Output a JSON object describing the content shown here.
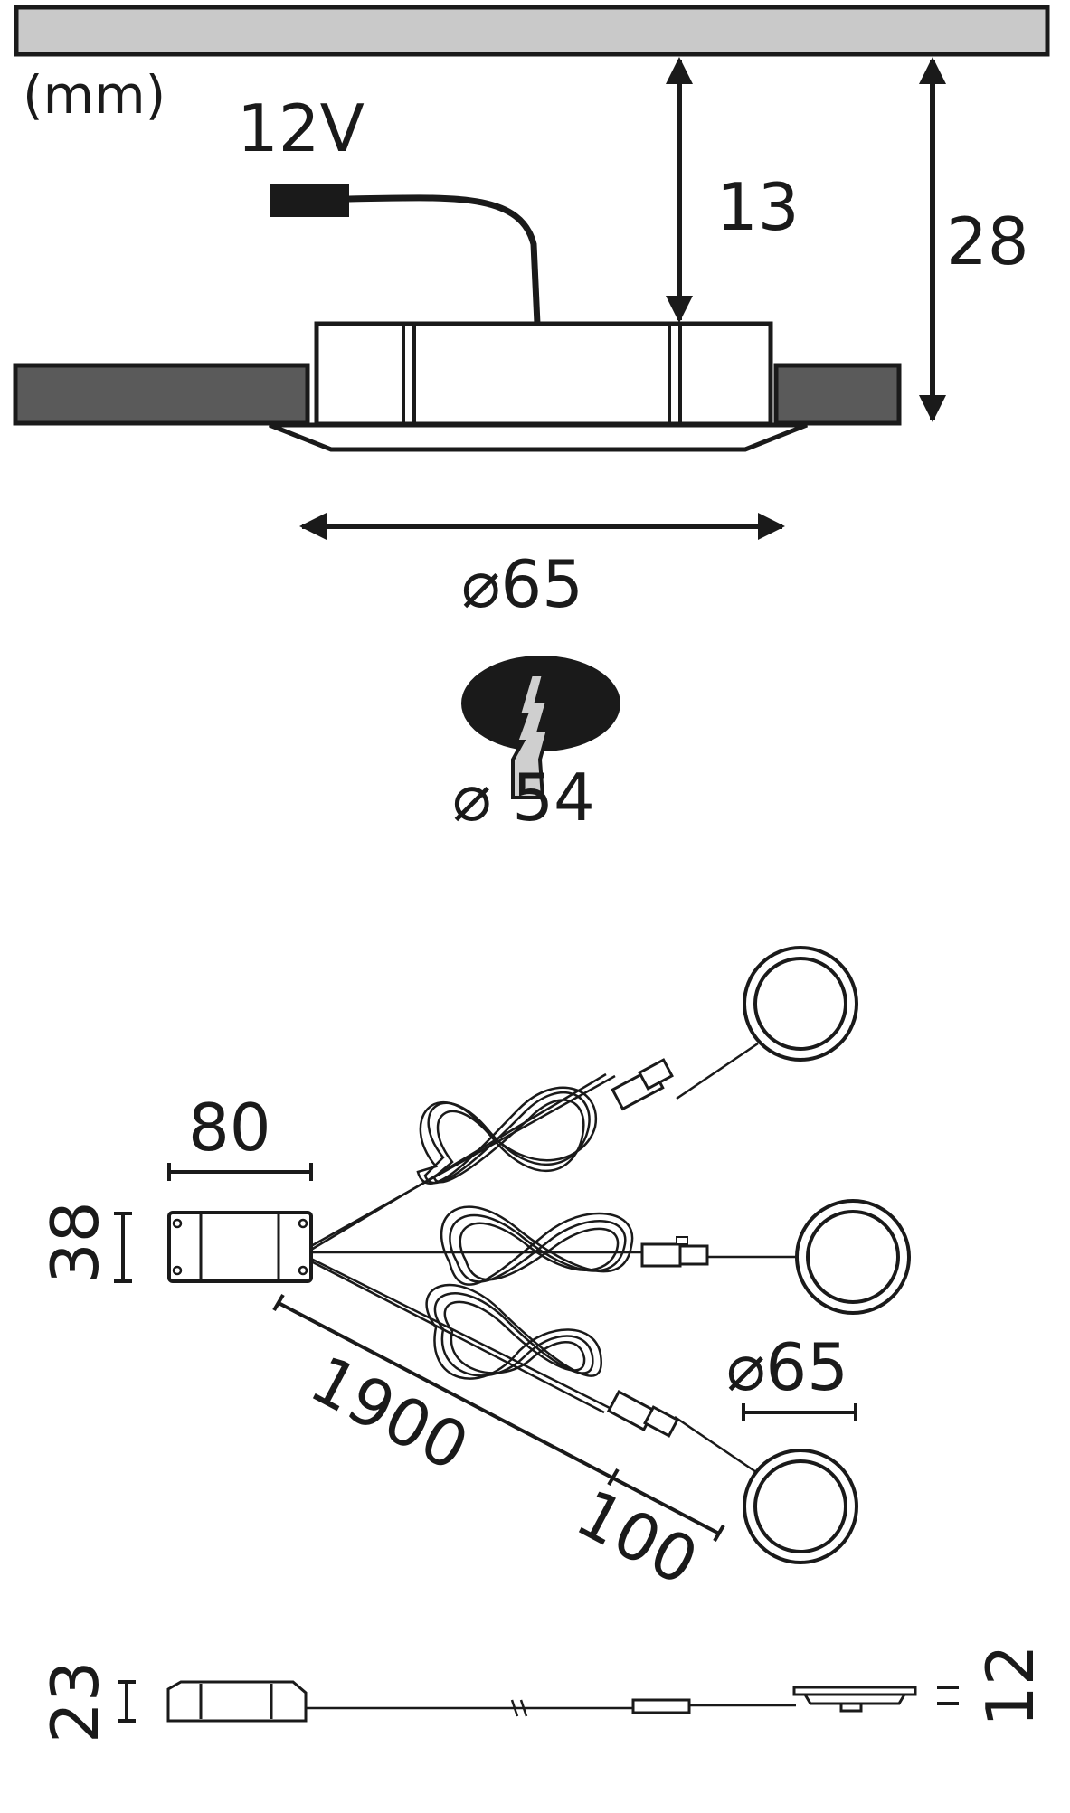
{
  "unit_label": "(mm)",
  "side_view": {
    "voltage_label": "12V",
    "depth_label": "13",
    "total_height_label": "28",
    "outer_diameter_label": "⌀65",
    "cutout_diameter_label": "⌀ 54"
  },
  "set_view": {
    "driver_width_label": "80",
    "driver_height_label": "38",
    "lamp_diameter_label": "⌀65",
    "cable_length_label": "1900",
    "lead_length_label": "100"
  },
  "profile_view": {
    "driver_depth_label": "23",
    "lamp_depth_label": "12"
  },
  "colors": {
    "line": "#1a1a1a",
    "ceiling": "#c9c9c9",
    "board": "#5a5a5a",
    "hole": "#1a1a1a",
    "saw": "#cfcfcf"
  }
}
